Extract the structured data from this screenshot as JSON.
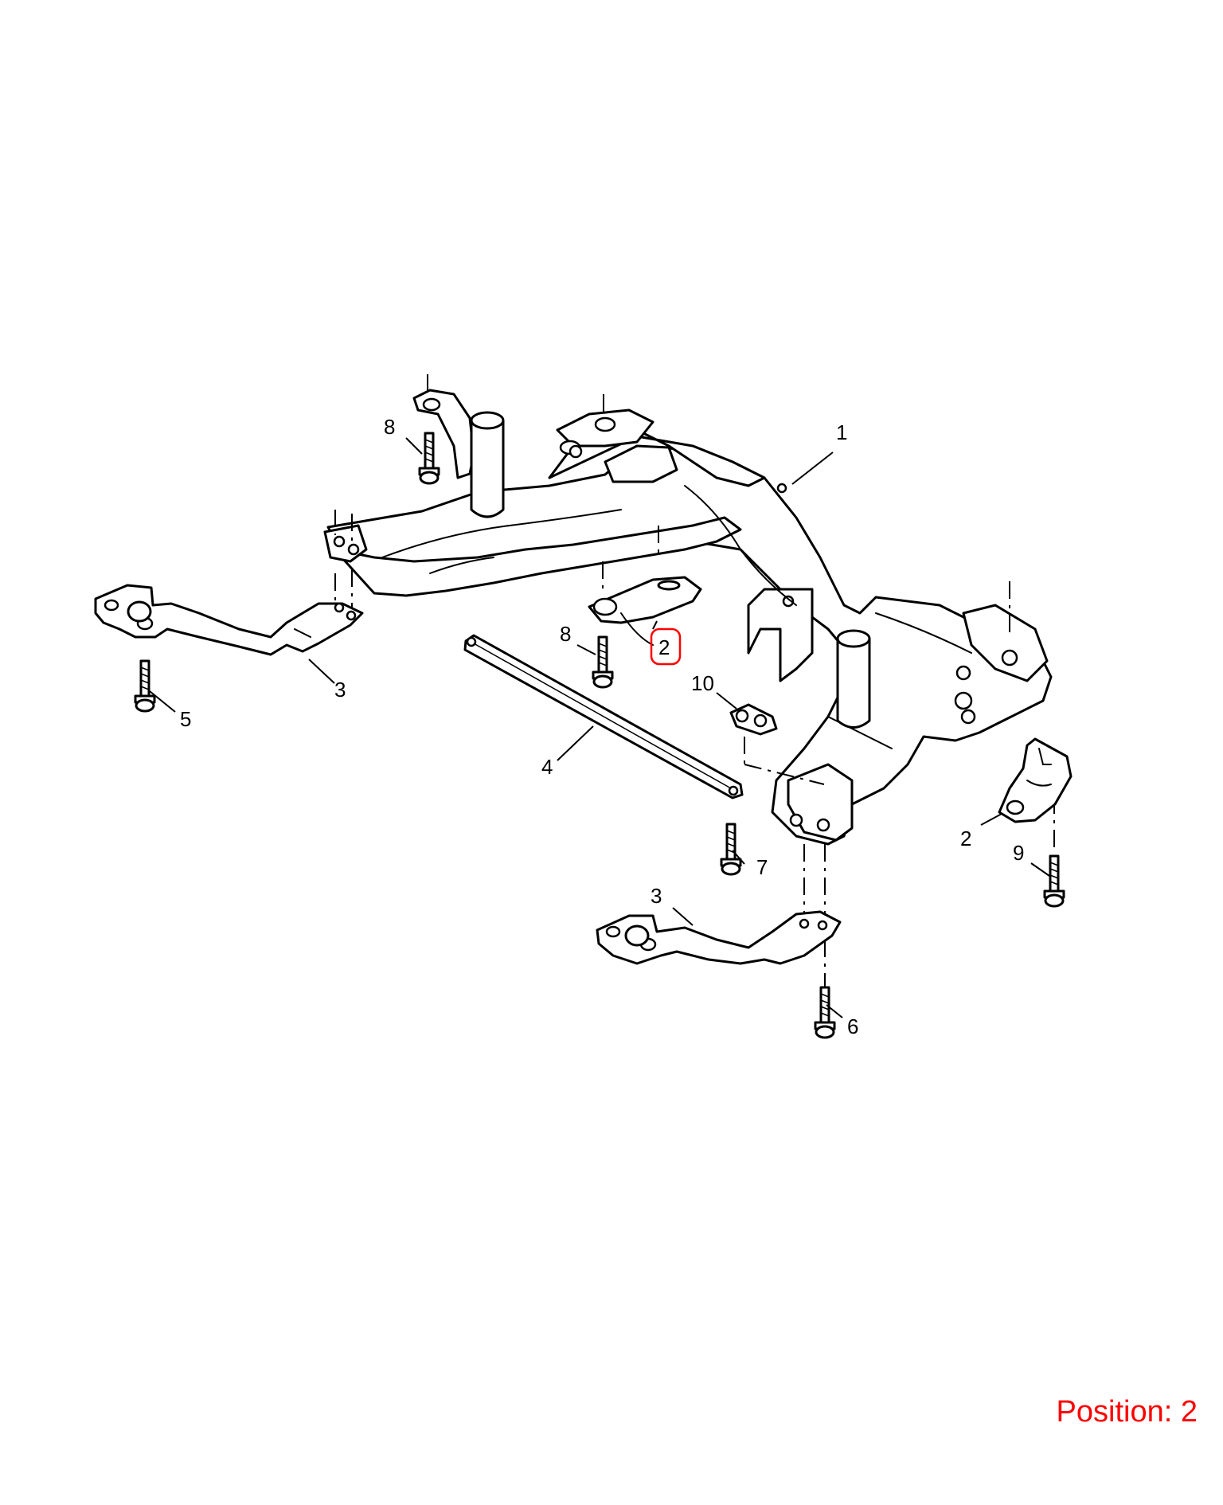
{
  "callouts": {
    "c1": "1",
    "c2_center": "2",
    "c2_right": "2",
    "c3_left": "3",
    "c3_bottom": "3",
    "c4": "4",
    "c5": "5",
    "c6": "6",
    "c7": "7",
    "c8_top": "8",
    "c8_mid": "8",
    "c9": "9",
    "c10": "10"
  },
  "highlight": {
    "callout": "2",
    "color": "#ff0000"
  },
  "position_label": "Position: 2"
}
